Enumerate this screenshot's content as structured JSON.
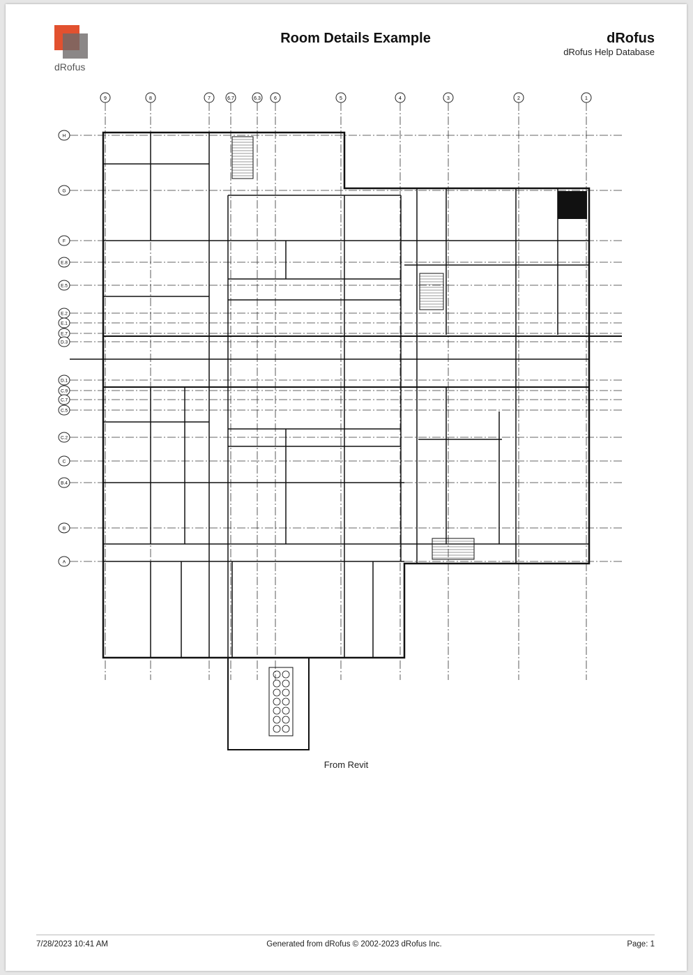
{
  "header": {
    "logo_text": "dRofus",
    "title": "Room Details Example",
    "brand": "dRofus",
    "subtitle": "dRofus Help Database"
  },
  "plan": {
    "column_labels": [
      "9",
      "8",
      "7",
      "6.7",
      "6.3",
      "6",
      "5",
      "4",
      "3",
      "2",
      "1"
    ],
    "row_labels": [
      "H",
      "G",
      "F",
      "E.8",
      "E.5",
      "E.2",
      "E.1",
      "E.7",
      "D.3",
      "D.1",
      "C.9",
      "C.7",
      "C.5",
      "C.2",
      "C",
      "B.4",
      "B",
      "A"
    ],
    "caption": "From Revit"
  },
  "footer": {
    "datetime": "7/28/2023 10:41 AM",
    "generated": "Generated from dRofus © 2002-2023 dRofus Inc.",
    "page": "Page: 1"
  }
}
